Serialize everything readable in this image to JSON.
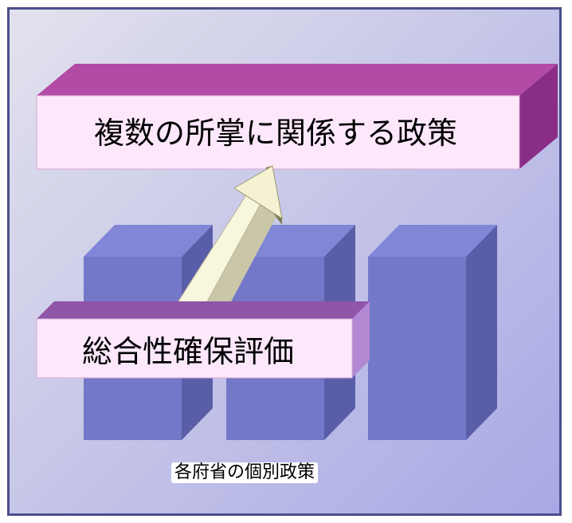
{
  "diagram": {
    "top_box_label": "複数の所掌に関係する政策",
    "middle_box_label": "総合性確保評価",
    "bottom_label": "各府省の個別政策"
  },
  "colors": {
    "background_light": "#e2e2ee",
    "background_dark": "#a8a8e6",
    "border": "#4a4f8a",
    "bar_front": "#7478c8",
    "bar_top": "#8286d6",
    "bar_side": "#5a5ea8",
    "top_box_face": "#fde8fb",
    "top_box_top": "#b24aa6",
    "top_box_side": "#8a2d86",
    "mid_box_top": "#8e55a8",
    "mid_box_side": "#b288d2",
    "arrow_fill": "#f8f6dc",
    "arrow_shade": "#7a7a52"
  }
}
